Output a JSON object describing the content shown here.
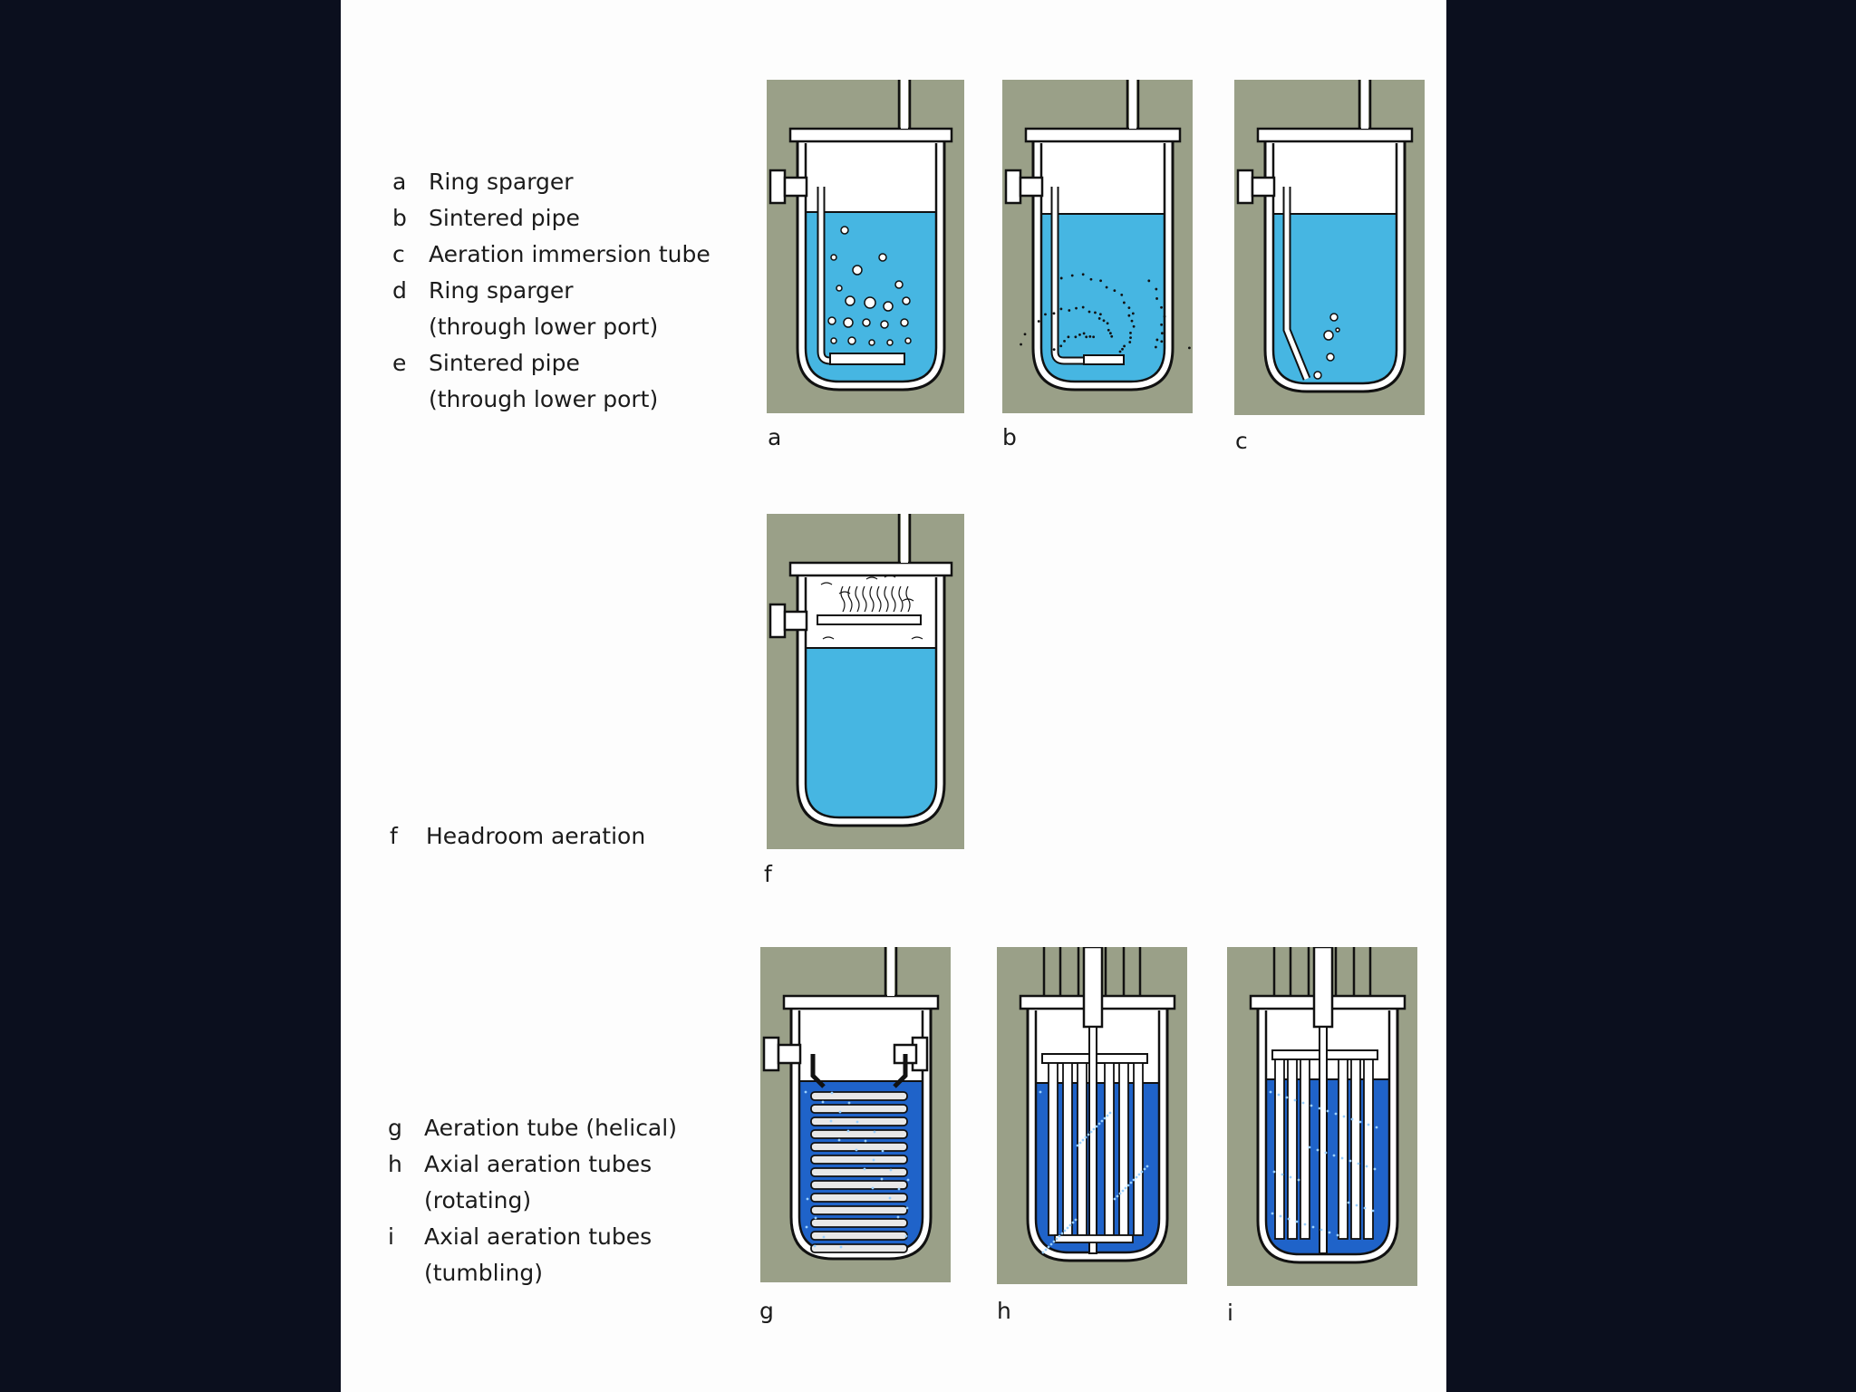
{
  "legend_top": [
    {
      "letter": "a",
      "lines": [
        "Ring sparger"
      ]
    },
    {
      "letter": "b",
      "lines": [
        "Sintered pipe"
      ]
    },
    {
      "letter": "c",
      "lines": [
        "Aeration immersion tube"
      ]
    },
    {
      "letter": "d",
      "lines": [
        "Ring sparger",
        "(through lower port)"
      ]
    },
    {
      "letter": "e",
      "lines": [
        "Sintered pipe",
        "(through lower port)"
      ]
    }
  ],
  "legend_mid": [
    {
      "letter": "f",
      "lines": [
        "Headroom aeration"
      ]
    }
  ],
  "legend_bottom": [
    {
      "letter": "g",
      "lines": [
        "Aeration tube (helical)"
      ]
    },
    {
      "letter": "h",
      "lines": [
        "Axial aeration tubes",
        "(rotating)"
      ]
    },
    {
      "letter": "i",
      "lines": [
        "Axial aeration tubes",
        "(tumbling)"
      ]
    }
  ],
  "panels": {
    "a": {
      "label": "a",
      "type": "ring"
    },
    "b": {
      "label": "b",
      "type": "sintered"
    },
    "c": {
      "label": "c",
      "type": "immersion"
    },
    "f": {
      "label": "f",
      "type": "headroom"
    },
    "g": {
      "label": "g",
      "type": "helical"
    },
    "h": {
      "label": "h",
      "type": "axial-rotating"
    },
    "i": {
      "label": "i",
      "type": "axial-tumbling"
    }
  },
  "colors": {
    "jacket": "#9aa088",
    "liquid_light": "#46b6e2",
    "liquid_dark": "#1f63c9",
    "outline": "#111111",
    "page": "#fdfdfd",
    "background": "#0b0f1e"
  }
}
